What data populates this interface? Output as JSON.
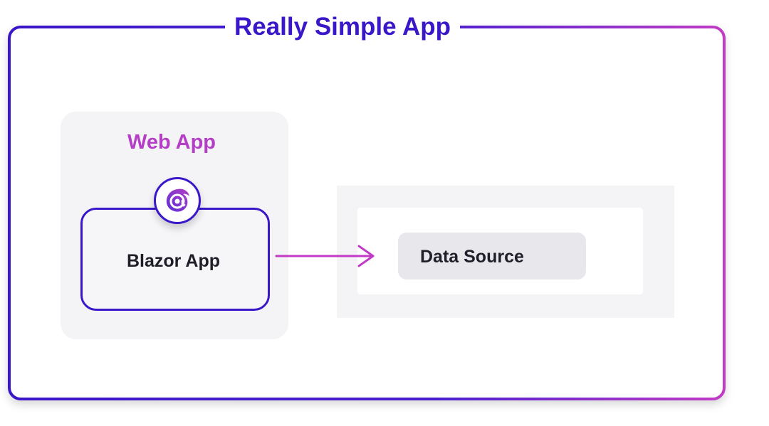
{
  "diagram": {
    "title": "Really Simple App",
    "web_app": {
      "label": "Web App",
      "component": {
        "label": "Blazor App",
        "icon": "blazor-icon"
      }
    },
    "data_source": {
      "label": "Data Source"
    },
    "edges": [
      {
        "from": "Blazor App",
        "to": "Data Source"
      }
    ]
  },
  "colors": {
    "frame_start": "#3a17c9",
    "frame_end": "#c23bc6",
    "title": "#3a17c9",
    "web_app_label": "#b43fc6",
    "blazor_border": "#3a17c9",
    "arrow": "#c23bc6",
    "panel_fill": "#f4f3f6",
    "data_source_pill": "#e8e7ec",
    "text_dark": "#1f1f2a"
  }
}
